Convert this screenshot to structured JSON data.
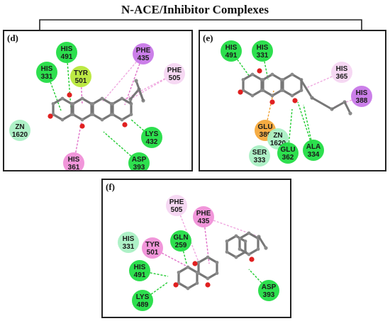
{
  "title": "N-ACE/Inhibitor Complexes",
  "colors": {
    "green": "#22dd44",
    "lightgreen": "#aaf0c4",
    "magenta": "#f090d8",
    "lightpink": "#f6d6f2",
    "purple": "#c878e8",
    "yellowgreen": "#b8e83a",
    "orange": "#f4a83a"
  },
  "panels": [
    {
      "id": "d",
      "label": "(d)",
      "residues": [
        {
          "name": "HIS",
          "num": "491",
          "color": "green"
        },
        {
          "name": "HIS",
          "num": "331",
          "color": "green"
        },
        {
          "name": "TYR",
          "num": "501",
          "color": "yellowgreen"
        },
        {
          "name": "PHE",
          "num": "435",
          "color": "purple"
        },
        {
          "name": "PHE",
          "num": "505",
          "color": "lightpink"
        },
        {
          "name": "ZN",
          "num": "1620",
          "color": "lightgreen"
        },
        {
          "name": "LYS",
          "num": "432",
          "color": "green"
        },
        {
          "name": "HIS",
          "num": "361",
          "color": "magenta"
        },
        {
          "name": "ASP",
          "num": "393",
          "color": "green"
        }
      ]
    },
    {
      "id": "e",
      "label": "(e)",
      "residues": [
        {
          "name": "HIS",
          "num": "491",
          "color": "green"
        },
        {
          "name": "HIS",
          "num": "331",
          "color": "green"
        },
        {
          "name": "HIS",
          "num": "365",
          "color": "lightpink"
        },
        {
          "name": "HIS",
          "num": "388",
          "color": "purple"
        },
        {
          "name": "GLU",
          "num": "389",
          "color": "orange"
        },
        {
          "name": "ZN",
          "num": "1620",
          "color": "lightgreen"
        },
        {
          "name": "GLU",
          "num": "362",
          "color": "green"
        },
        {
          "name": "ALA",
          "num": "334",
          "color": "green"
        },
        {
          "name": "SER",
          "num": "333",
          "color": "lightgreen"
        }
      ]
    },
    {
      "id": "f",
      "label": "(f)",
      "residues": [
        {
          "name": "PHE",
          "num": "505",
          "color": "lightpink"
        },
        {
          "name": "PHE",
          "num": "435",
          "color": "magenta"
        },
        {
          "name": "GLN",
          "num": "259",
          "color": "green"
        },
        {
          "name": "HIS",
          "num": "331",
          "color": "lightgreen"
        },
        {
          "name": "TYR",
          "num": "501",
          "color": "magenta"
        },
        {
          "name": "HIS",
          "num": "491",
          "color": "green"
        },
        {
          "name": "LYS",
          "num": "489",
          "color": "green"
        },
        {
          "name": "ASP",
          "num": "393",
          "color": "green"
        }
      ]
    }
  ]
}
